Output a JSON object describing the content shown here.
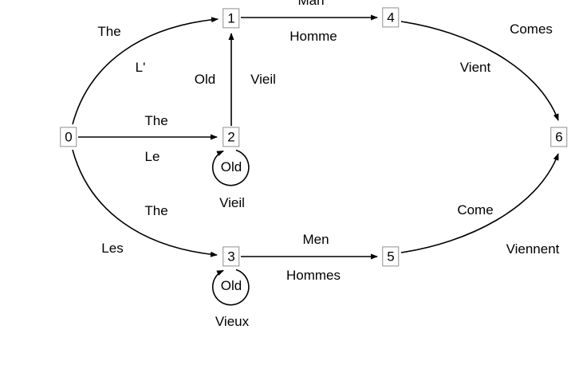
{
  "diagram_type": "word-lattice",
  "nodes": {
    "n0": "0",
    "n1": "1",
    "n2": "2",
    "n3": "3",
    "n4": "4",
    "n5": "5",
    "n6": "6"
  },
  "edges": {
    "e0_1": {
      "from": "0",
      "to": "1",
      "en": "The",
      "fr": "L'"
    },
    "e0_2": {
      "from": "0",
      "to": "2",
      "en": "The",
      "fr": "Le"
    },
    "e0_3": {
      "from": "0",
      "to": "3",
      "en": "The",
      "fr": "Les"
    },
    "e2_1": {
      "from": "2",
      "to": "1",
      "en": "Old",
      "fr": "Vieil"
    },
    "e2_2": {
      "from": "2",
      "to": "2",
      "en": "Old",
      "fr": "Vieil"
    },
    "e3_3": {
      "from": "3",
      "to": "3",
      "en": "Old",
      "fr": "Vieux"
    },
    "e1_4": {
      "from": "1",
      "to": "4",
      "en": "Man",
      "fr": "Homme"
    },
    "e3_5": {
      "from": "3",
      "to": "5",
      "en": "Men",
      "fr": "Hommes"
    },
    "e4_6": {
      "from": "4",
      "to": "6",
      "en": "Comes",
      "fr": "Vient"
    },
    "e5_6": {
      "from": "5",
      "to": "6",
      "en": "Come",
      "fr": "Viennent"
    }
  },
  "colors": {
    "stroke": "#000000",
    "node_border": "#8f8f8f",
    "background": "#ffffff"
  }
}
